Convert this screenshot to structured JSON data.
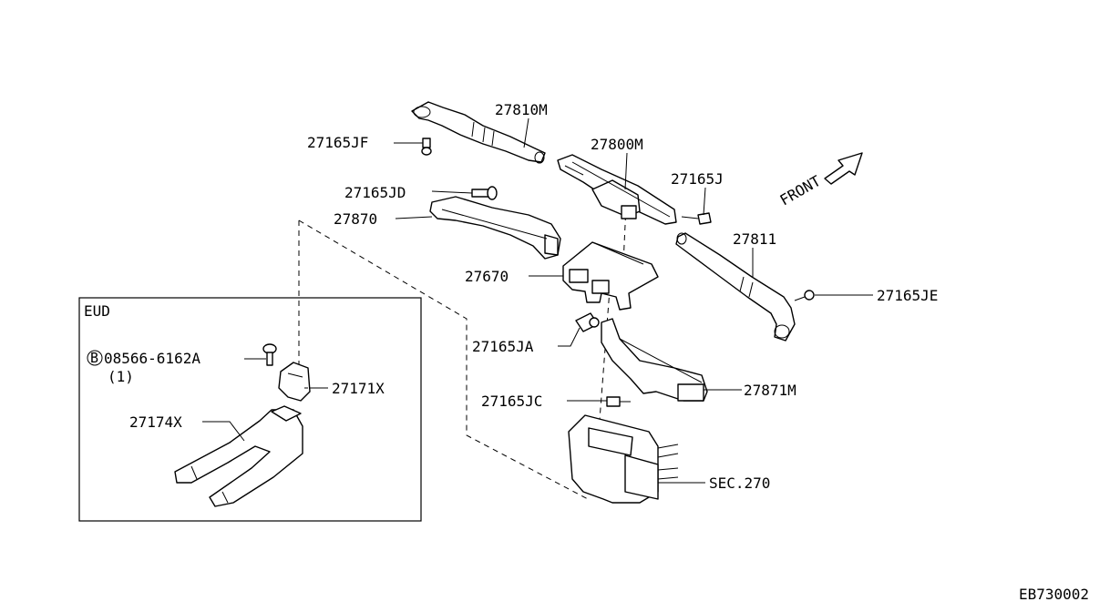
{
  "labels": {
    "p27810M": "27810M",
    "p27165JF": "27165JF",
    "p27800M": "27800M",
    "p27165J": "27165J",
    "front": "FRONT",
    "p27165JD": "27165JD",
    "p27870": "27870",
    "p27811": "27811",
    "p27670": "27670",
    "p27165JE": "27165JE",
    "p27165JA": "27165JA",
    "p27871M": "27871M",
    "p27165JC": "27165JC",
    "sec270": "SEC.270",
    "inset_title": "EUD",
    "bolt_symbol": "B",
    "p08566": "08566-6162A",
    "qty": "(1)",
    "p27171X": "27171X",
    "p27174X": "27174X",
    "diagram_code": "EB730002"
  }
}
